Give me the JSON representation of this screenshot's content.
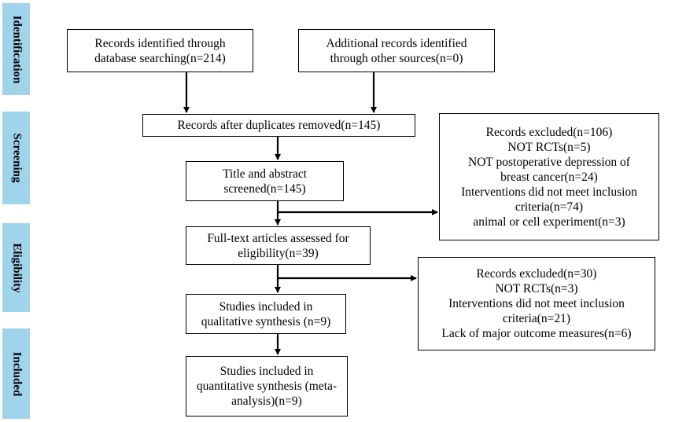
{
  "stages": [
    {
      "label": "Identification"
    },
    {
      "label": "Screening"
    },
    {
      "label": "Eligibility"
    },
    {
      "label": "Included"
    }
  ],
  "boxes": {
    "database": {
      "lines": [
        "Records identified through",
        "database searching(n=214)"
      ]
    },
    "other": {
      "lines": [
        "Additional records identified",
        "through other sources(n=0)"
      ]
    },
    "duplicates": {
      "lines": [
        "Records after duplicates removed(n=145)"
      ]
    },
    "screened": {
      "lines": [
        "Title and abstract",
        "screened(n=145)"
      ]
    },
    "excluded1": {
      "lines": [
        "Records excluded(n=106)",
        "NOT RCTs(n=5)",
        "NOT postoperative depression of",
        "breast cancer(n=24)",
        "Interventions did not meet inclusion",
        "criteria(n=74)",
        "animal or cell experiment(n=3)"
      ]
    },
    "fulltext": {
      "lines": [
        "Full-text articles assessed for",
        "eligibility(n=39)"
      ]
    },
    "excluded2": {
      "lines": [
        "Records excluded(n=30)",
        "NOT RCTs(n=3)",
        "Interventions did not meet inclusion",
        "criteria(n=21)",
        "Lack of major outcome measures(n=6)"
      ]
    },
    "qualitative": {
      "lines": [
        "Studies included in",
        "qualitative synthesis (n=9)"
      ]
    },
    "quantitative": {
      "lines": [
        "Studies included in",
        "quantitative synthesis (meta-",
        "analysis)(n=9)"
      ]
    }
  }
}
